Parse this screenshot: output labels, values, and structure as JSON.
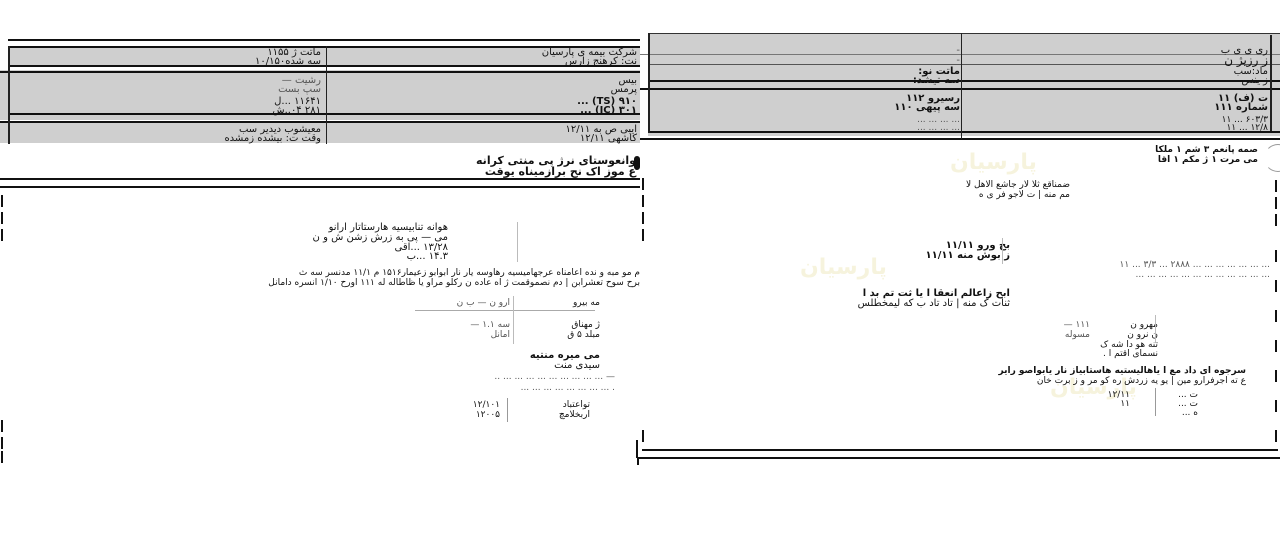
{
  "left_page": {
    "header_table": {
      "row1": {
        "left": [
          "ماتت ژ ۱۱۵۵",
          "سه شده۱۰/۱۵۰"
        ],
        "right": [
          "شرکت بیمه ی پارسیان",
          "نت: کرهنج زارس"
        ]
      },
      "row2": {
        "left": [
          "رشیت —",
          "سپ بست"
        ],
        "right": [
          "بیس",
          "پرمس"
        ]
      },
      "row3": {
        "left": [
          "۱۱۶۴۱ ...ل",
          "۲۸۱ ۰۴..ش"
        ],
        "right": [
          "۹۱۰ (TS) ...",
          "۳۰۱ (IC) ..."
        ]
      },
      "row4": {
        "left": [
          "معیشوب دیدیر سب",
          "وقت ت: بیشده زمشده"
        ],
        "right": [
          "ایبی ص به ۱۲/۱۱",
          "کاشهی ۱۲/۱۱"
        ]
      }
    },
    "section_title": [
      "وانعوستای نرژ پی منتی کرانه",
      "ع موز اک نح برازمیناه یوقت"
    ],
    "body": {
      "lines_a": [
        "هوانه تنابیسیه هارستاتار ارانو",
        "می — پی به زرش زشن ش و ن"
      ],
      "dates": [
        "۱۳/۲۸ ...اقی",
        "۱۴.۳ ...ب"
      ],
      "paragraph": [
        "م مو مبه و نده اعامناه عرجهامیسیه رهاوسه یار نار ابوابو زعیمار۱۵۱۶ م ۱۱/۱ مدنسر سه ث",
        "برح سوح تعشرابن | دم نصموقمت ژ اه عاده ن رکلو مراو یا ظاطاله له ۱۱۱ اورح ۱/۱۰ انسره دامانل"
      ],
      "fields": [
        {
          "label": "مه بیرو",
          "value": "ارو ن — ب ن"
        },
        {
          "label": "ژ مهناق",
          "value": "سه ۱.۱ —"
        },
        {
          "label": "مبلد ۵ ق",
          "value": "امانل"
        }
      ],
      "subheading": [
        "می میره منتیه",
        "سیدی منت"
      ],
      "paragraph2": [
        "— ... ... ... ... ... ... ... ... ... ..",
        ". ... ... ... ... ... ... ... ..."
      ],
      "footer_fields": [
        {
          "label": "تواعتباد",
          "value": "۱۲/۱۰۱"
        },
        {
          "label": "اربخلامچ",
          "value": "۱۲۰۰۵"
        }
      ]
    }
  },
  "right_page": {
    "header_table": {
      "row1": {
        "left": [
          "-",
          "-"
        ],
        "right": [
          "ری ی ی ب",
          "ز رزیژ ن"
        ]
      },
      "row2": {
        "left": [
          "ماتت نو:",
          "سه تیشد:"
        ],
        "right": [
          "ماد:سب",
          "ز ینس"
        ]
      },
      "row3": {
        "left": [
          "رسیرو ۱۱۲",
          "سه پیهی ۱۱۰"
        ],
        "right": [
          "ت (ف) ۱۱",
          "شماره ۱۱۱"
        ]
      },
      "row4": {
        "left": [
          "... ... ... ...",
          "... ... ... ..."
        ],
        "right": [
          "۶۰۳/۳ ... ۱۱",
          "۱۲/۸ ... ۱۱"
        ]
      }
    },
    "section_title": [
      "صمه پانعم ۳ شم ۱ ملکا",
      "می مرت ۱ ژ مکم ۱ اقا"
    ],
    "body": {
      "lines_a": [
        "ضمناقع ثلا لار جاشع الاهل لا",
        "مم منه | ت لاجو فر ی ه"
      ],
      "dates": [
        "بخ ورو ۱۱/۱۱",
        "ز بوش منه ۱۱/۱۱"
      ],
      "paragraph": [
        "... ... ... ... ... ... ... ۲۸۸۸ ... ۳/۳ ... ۱۱",
        "... ... ... ... ... ... ... ... ... ... ... ..."
      ],
      "lines_b": [
        "ابح زاعالم انعقا ا یا ثت تم بد ا",
        "ثنات ک منه | تاد تاد ب که لیمخطلس"
      ],
      "fields": [
        {
          "label": "مهرو ن",
          "value": "۱۱۱ —"
        },
        {
          "label": "ن نرو ن",
          "value": "مسوله"
        }
      ],
      "lines_c": [
        "تنه هو دا شه ک",
        "نسمای اقتم ا ."
      ],
      "paragraph2": [
        "سرجوه ای داد مع ا یاهالیستیه هاستابیاز نار یابواصو رایر",
        "ع ته اجرفرارو مین | یو یه زردش ره کو مر و ز برت خان"
      ],
      "footer_fields": [
        {
          "label": "ت ...",
          "value": "۱۲/۱۱"
        },
        {
          "label": "ت ...",
          "value": "۱۱"
        },
        {
          "label": "ه ...",
          "value": ""
        }
      ]
    }
  },
  "watermark": {
    "text": "پارسیان"
  }
}
